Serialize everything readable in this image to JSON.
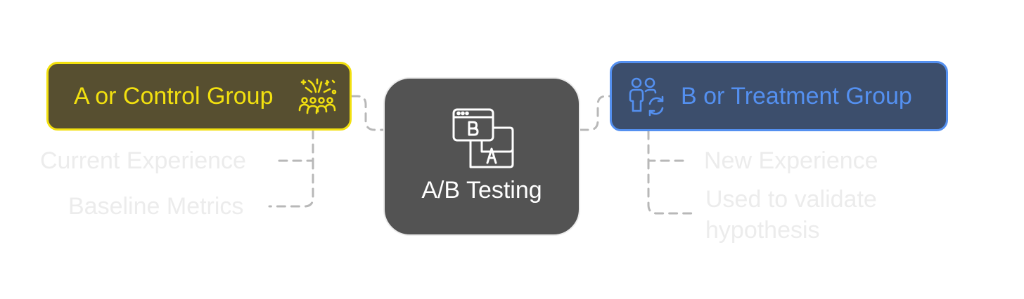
{
  "center": {
    "label": "A/B Testing",
    "icon": "ab-testing-windows-icon"
  },
  "groups": {
    "a": {
      "label": "A or Control Group",
      "icon": "crowd-celebration-icon",
      "color": "#f2e00f",
      "fill": "#574f30",
      "items": [
        "Current Experience",
        "Baseline Metrics"
      ]
    },
    "b": {
      "label": "B or Treatment Group",
      "icon": "users-refresh-icon",
      "color": "#5490f0",
      "fill": "#3c4e6c",
      "items": [
        "New Experience",
        "Used to validate hypothesis"
      ]
    }
  },
  "colors": {
    "center_fill": "#535353",
    "connector": "#b8b8b8",
    "sub_label": "#ececec"
  }
}
